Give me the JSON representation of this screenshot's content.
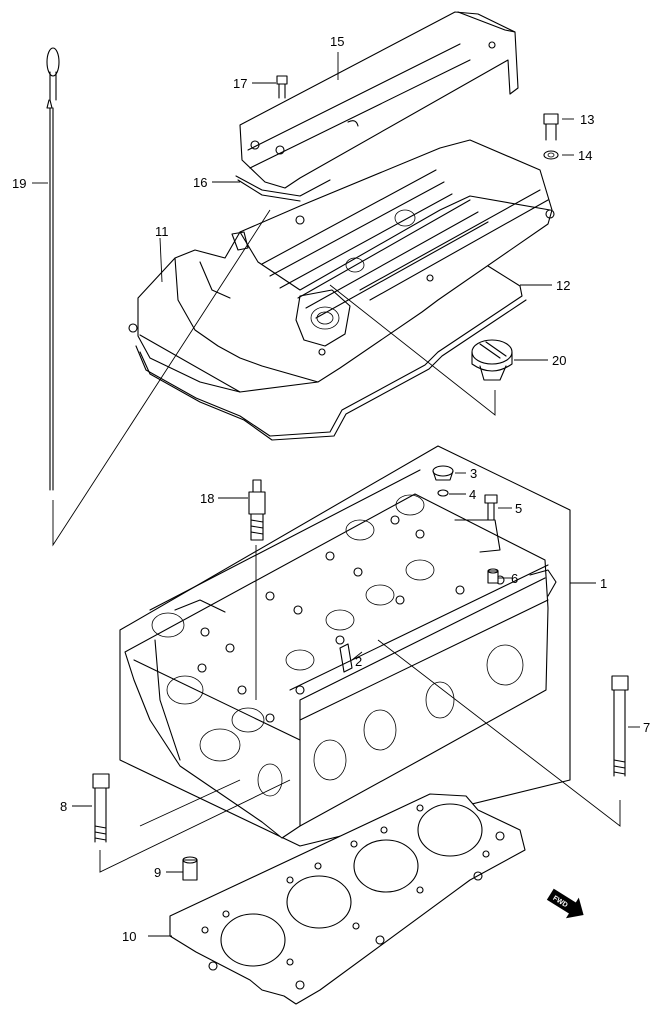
{
  "callouts": [
    {
      "id": "1",
      "label": "1"
    },
    {
      "id": "2",
      "label": "2"
    },
    {
      "id": "3",
      "label": "3"
    },
    {
      "id": "4",
      "label": "4"
    },
    {
      "id": "5",
      "label": "5"
    },
    {
      "id": "6",
      "label": "6"
    },
    {
      "id": "7",
      "label": "7"
    },
    {
      "id": "8",
      "label": "8"
    },
    {
      "id": "9",
      "label": "9"
    },
    {
      "id": "10",
      "label": "10"
    },
    {
      "id": "11",
      "label": "11"
    },
    {
      "id": "12",
      "label": "12"
    },
    {
      "id": "13",
      "label": "13"
    },
    {
      "id": "14",
      "label": "14"
    },
    {
      "id": "15",
      "label": "15"
    },
    {
      "id": "16",
      "label": "16"
    },
    {
      "id": "17",
      "label": "17"
    },
    {
      "id": "18",
      "label": "18"
    },
    {
      "id": "19",
      "label": "19"
    },
    {
      "id": "20",
      "label": "20"
    }
  ],
  "fwd_badge": {
    "label": "FWD",
    "icon": "forward-arrow-icon"
  }
}
